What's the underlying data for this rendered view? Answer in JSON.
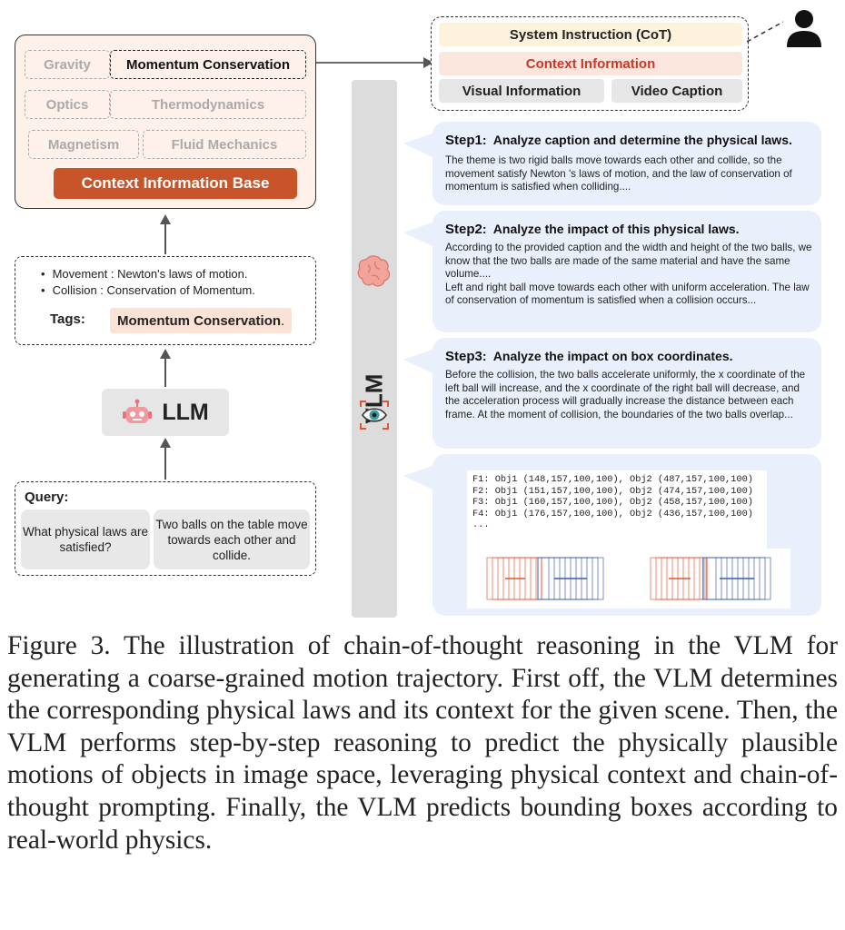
{
  "context_base": {
    "chips": [
      {
        "label": "Gravity",
        "active": false
      },
      {
        "label": "Momentum Conservation",
        "active": true
      },
      {
        "label": "Optics",
        "active": false
      },
      {
        "label": "Thermodynamics",
        "active": false
      },
      {
        "label": "Magnetism",
        "active": false
      },
      {
        "label": "Fluid Mechanics",
        "active": false
      }
    ],
    "title": "Context Information Base"
  },
  "tags_box": {
    "bullets": [
      "Movement : Newton's laws of motion.",
      "Collision : Conservation of Momentum."
    ],
    "tags_label": "Tags:",
    "tag": "Momentum Conservation",
    "tag_suffix": "."
  },
  "llm": {
    "label": "LLM",
    "icon": "robot-icon"
  },
  "query": {
    "label": "Query:",
    "question": "What physical laws are satisfied?",
    "caption": "Two balls on the table move towards each other and collide."
  },
  "vlm": {
    "label": "VLM",
    "icons": [
      "brain-icon",
      "eye-icon"
    ]
  },
  "system": {
    "instruction": "System Instruction (CoT)",
    "context": "Context Information",
    "visual": "Visual Information",
    "video_caption": "Video Caption",
    "user_icon": "user-icon"
  },
  "steps": [
    {
      "name": "Step1",
      "title": "Analyze caption and determine the physical laws.",
      "body": "The theme is two rigid balls move towards each other and collide, so the movement satisfy Newton 's laws of motion, and the law of conservation of momentum is satisfied when colliding...."
    },
    {
      "name": "Step2",
      "title": "Analyze the impact of this physical laws.",
      "body": "According to the provided caption and the width and height of the two balls, we know that the two balls are made of the same material and have the same volume....\nLeft and right ball move towards each other with uniform acceleration. The law of conservation of momentum is satisfied when a collision occurs..."
    },
    {
      "name": "Step3",
      "title": "Analyze the impact on box coordinates.",
      "body": "Before the collision, the two balls accelerate uniformly, the x coordinate of the left ball will increase, and the x coordinate of the right ball will decrease, and the acceleration process will gradually increase the distance between each frame. At the moment of collision, the boundaries of the two balls overlap..."
    }
  ],
  "predictions": {
    "lines": [
      "F1: Obj1 (148,157,100,100), Obj2 (487,157,100,100)",
      "F2: Obj1 (151,157,100,100), Obj2 (474,157,100,100)",
      "F3: Obj1 (160,157,100,100), Obj2 (458,157,100,100)",
      "F4: Obj1 (176,157,100,100), Obj2 (436,157,100,100)",
      "..."
    ]
  },
  "colors": {
    "context_title_bg": "#c8552a",
    "context_bg": "#fdf1e9",
    "tag_bg": "#fbe2d6",
    "system_bg": "#fdf3dc",
    "context_row_bg": "#fbe6de",
    "context_row_text": "#c8392b",
    "step_bg": "#e9f0fb",
    "left_box": "#e0553a",
    "right_box": "#3a5bb0"
  },
  "caption": "Figure 3.  The illustration of chain-of-thought reasoning in the VLM for generating a coarse-grained motion trajectory. First off, the VLM determines the corresponding physical laws and its context for the given scene.  Then, the VLM performs step-by-step reasoning to predict the physically plausible motions of objects in image space, leveraging physical context and chain-of-thought prompting.  Finally, the VLM predicts bounding boxes according to real-world physics."
}
